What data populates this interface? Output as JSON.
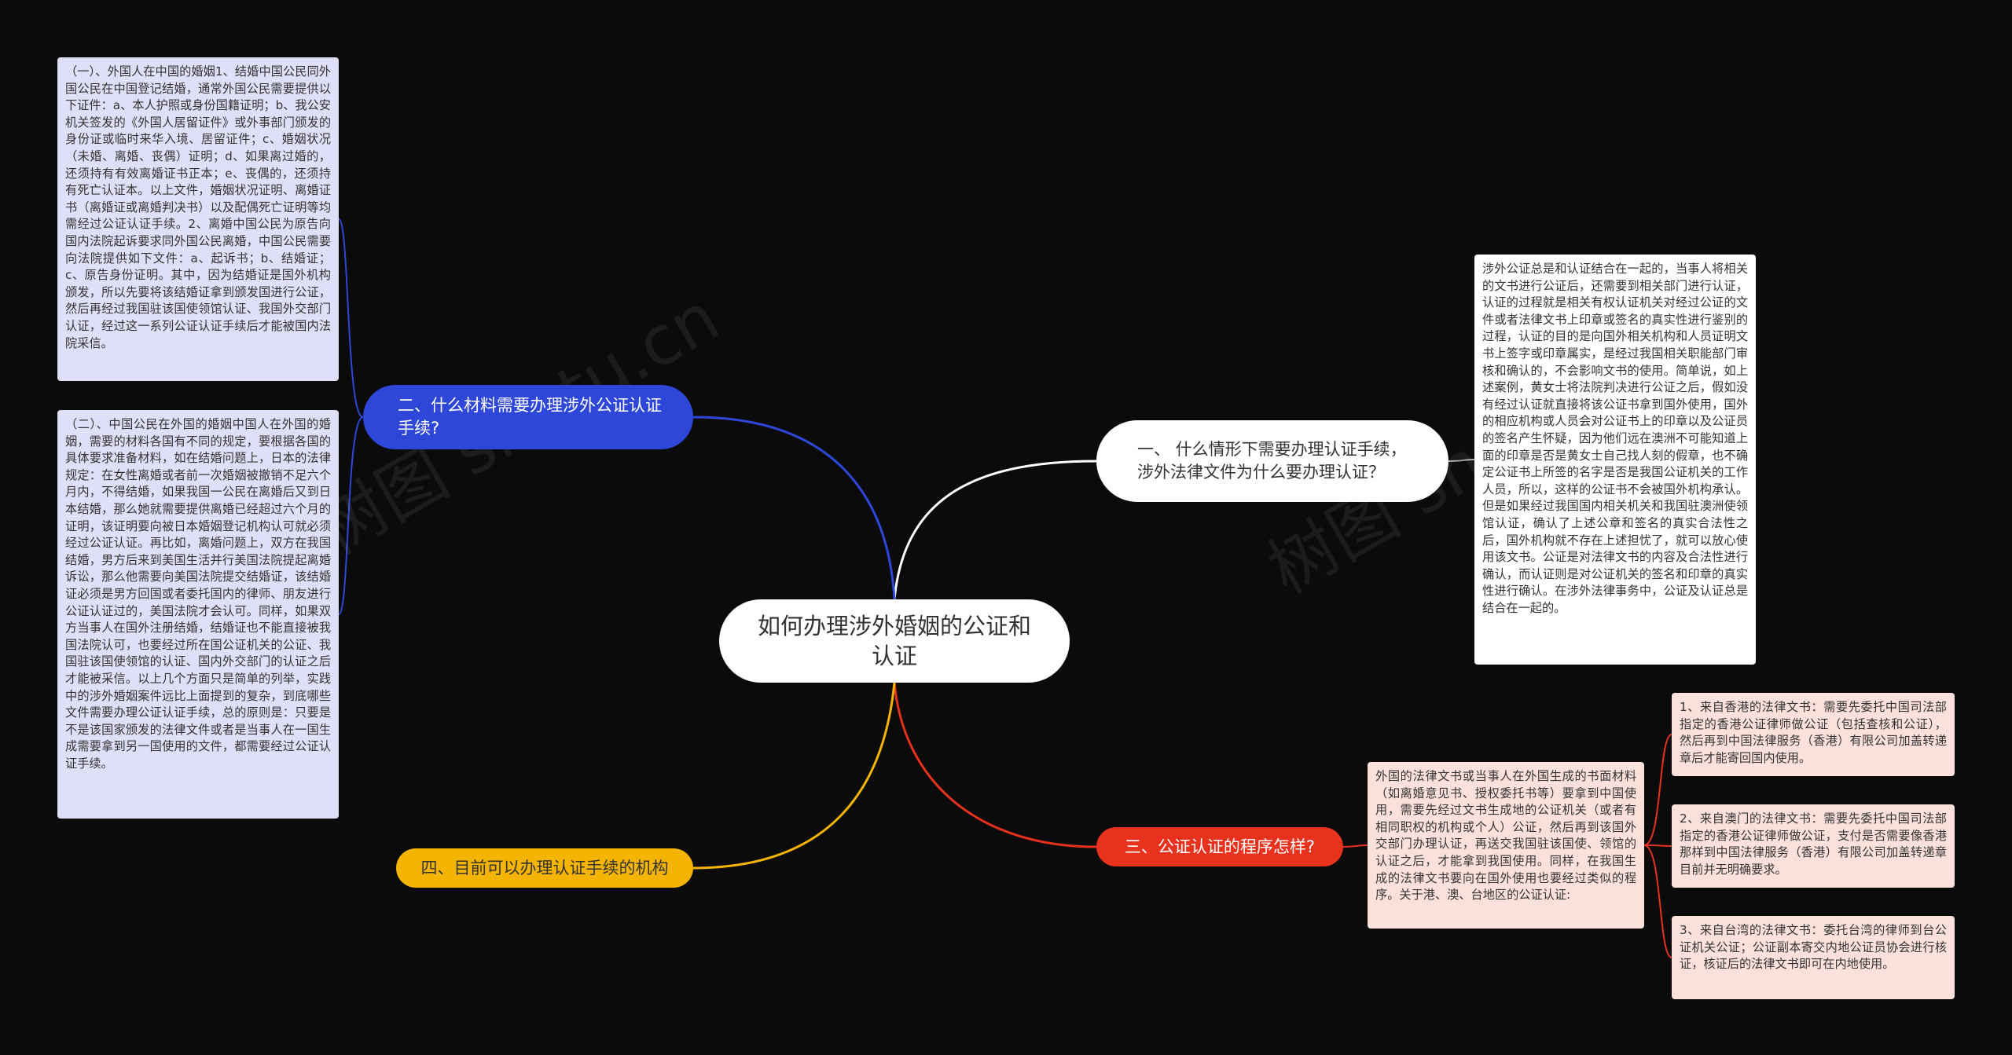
{
  "center": {
    "label": "如何办理涉外婚姻的公证和认证"
  },
  "branches": {
    "b1": {
      "label": "一、 什么情形下需要办理认证手续，涉外法律文件为什么要办理认证？",
      "color": "#ffffff"
    },
    "b2": {
      "label": "二、什么材料需要办理涉外公证认证手续?",
      "color": "#2f47d8"
    },
    "b3": {
      "label": "三、公证认证的程序怎样?",
      "color": "#e8321e"
    },
    "b4": {
      "label": "四、目前可以办理认证手续的机构",
      "color": "#f4b400"
    }
  },
  "leaves": {
    "b2_1": "（一）、外国人在中国的婚姻1、结婚中国公民同外国公民在中国登记结婚，通常外国公民需要提供以下证件：a、本人护照或身份国籍证明；b、我公安机关签发的《外国人居留证件》或外事部门颁发的身份证或临时来华入境、居留证件；c、婚姻状况（未婚、离婚、丧偶）证明；d、如果离过婚的，还须持有有效离婚证书正本；e、丧偶的，还须持有死亡认证本。以上文件，婚姻状况证明、离婚证书（离婚证或离婚判决书）以及配偶死亡证明等均需经过公证认证手续。2、离婚中国公民为原告向国内法院起诉要求同外国公民离婚，中国公民需要向法院提供如下文件：a、起诉书；b、结婚证；c、原告身份证明。其中，因为结婚证是国外机构颁发，所以先要将该结婚证拿到颁发国进行公证，然后再经过我国驻该国使领馆认证、我国外交部门认证，经过这一系列公证认证手续后才能被国内法院采信。",
    "b2_2": "（二）、中国公民在外国的婚姻中国人在外国的婚姻，需要的材料各国有不同的规定，要根据各国的具体要求准备材料，如在结婚问题上，日本的法律规定：在女性离婚或者前一次婚姻被撤销不足六个月内，不得结婚，如果我国一公民在离婚后又到日本结婚，那么她就需要提供离婚已经超过六个月的证明，该证明要向被日本婚姻登记机构认可就必须经过公证认证。再比如，离婚问题上，双方在我国结婚，男方后来到美国生活并行美国法院提起离婚诉讼，那么他需要向美国法院提交结婚证，该结婚证必须是男方回国或者委托国内的律师、朋友进行公证认证过的，美国法院才会认可。同样，如果双方当事人在国外注册结婚，结婚证也不能直接被我国法院认可，也要经过所在国公证机关的公证、我国驻该国使领馆的认证、国内外交部门的认证之后才能被采信。以上几个方面只是简单的列举，实践中的涉外婚姻案件远比上面提到的复杂，到底哪些文件需要办理公证认证手续，总的原则是：只要是不是该国家颁发的法律文件或者是当事人在一国生成需要拿到另一国使用的文件，都需要经过公证认证手续。",
    "b1_1": "涉外公证总是和认证结合在一起的，当事人将相关的文书进行公证后，还需要到相关部门进行认证，认证的过程就是相关有权认证机关对经过公证的文件或者法律文书上印章或签名的真实性进行鉴别的过程，认证的目的是向国外相关机构和人员证明文书上签字或印章属实，是经过我国相关职能部门审核和确认的，不会影响文书的使用。简单说，如上述案例，黄女士将法院判决进行公证之后，假如没有经过认证就直接将该公证书拿到国外使用，国外的相应机构或人员会对公证书上的印章以及公证员的签名产生怀疑，因为他们远在澳洲不可能知道上面的印章是否是黄女士自己找人刻的假章，也不确定公证书上所签的名字是否是我国公证机关的工作人员，所以，这样的公证书不会被国外机构承认。但是如果经过我国国内相关机关和我国驻澳洲使领馆认证，确认了上述公章和签名的真实合法性之后，国外机构就不存在上述担忧了，就可以放心使用该文书。公证是对法律文书的内容及合法性进行确认，而认证则是对公证机关的签名和印章的真实性进行确认。在涉外法律事务中，公证及认证总是结合在一起的。",
    "b3_0": "外国的法律文书或当事人在外国生成的书面材料（如离婚意见书、授权委托书等）要拿到中国使用，需要先经过文书生成地的公证机关（或者有相同职权的机构或个人）公证，然后再到该国外交部门办理认证，再送交我国驻该国使、领馆的认证之后，才能拿到我国使用。同样，在我国生成的法律文书要向在国外使用也要经过类似的程序。关于港、澳、台地区的公证认证:",
    "b3_1": "1、来自香港的法律文书：需要先委托中国司法部指定的香港公证律师做公证（包括查核和公证），然后再到中国法律服务（香港）有限公司加盖转递章后才能寄回国内使用。",
    "b3_2": "2、来自澳门的法律文书：需要先委托中国司法部指定的香港公证律师做公证，支付是否需要像香港那样到中国法律服务（香港）有限公司加盖转递章目前并无明确要求。",
    "b3_3": "3、来自台湾的法律文书：委托台湾的律师到台公证机关公证；公证副本寄交内地公证员协会进行核证，核证后的法律文书即可在内地使用。"
  },
  "watermarks": [
    "树图 shutu.cn",
    "树图 shutu.cn"
  ],
  "colors": {
    "background": "#0b0b0b",
    "line_b1": "#ffffff",
    "line_b2": "#2f47d8",
    "line_b3": "#e8321e",
    "line_b4": "#f4b400",
    "leaf_purple": "#dfe0f8",
    "leaf_pink": "#fbe0dc"
  }
}
